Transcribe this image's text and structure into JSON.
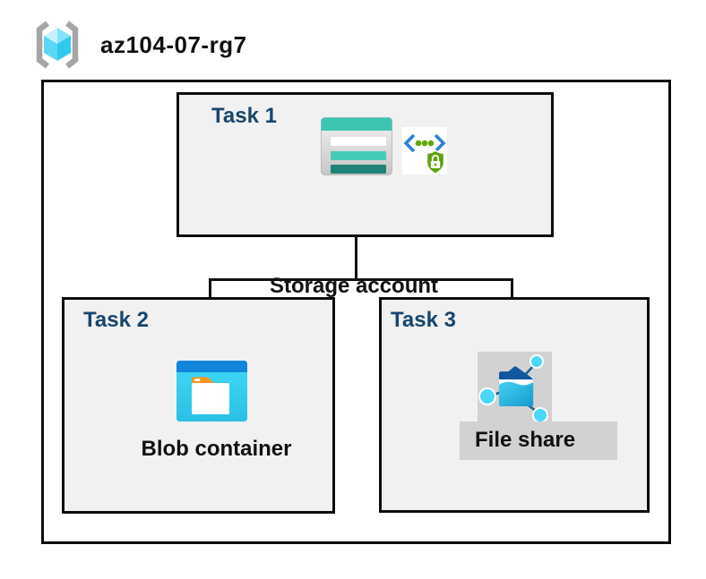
{
  "header": {
    "resource_group_name": "az104-07-rg7",
    "icon": "resource-group-icon"
  },
  "tasks": [
    {
      "label": "Task 1",
      "resource": "Storage account",
      "icons": [
        "storage-account-icon",
        "secure-access-sas-icon"
      ]
    },
    {
      "label": "Task 2",
      "resource": "Blob container",
      "icons": [
        "blob-container-icon"
      ]
    },
    {
      "label": "Task 3",
      "resource": "File share",
      "icons": [
        "file-share-icon"
      ]
    }
  ],
  "connections": [
    {
      "from": "Storage account",
      "to": "Blob container"
    },
    {
      "from": "Storage account",
      "to": "File share"
    }
  ],
  "colors": {
    "task_label_navy": "#17466e",
    "box_fill_gray": "#f1f1f1",
    "border_black": "#0d0d0d",
    "highlight_gray": "#d2d2d2",
    "storage_teal": "#3dc5b2",
    "storage_teal_dark": "#1e8478",
    "blob_header_blue": "#1185d9",
    "blob_cyan": "#2bc0e6",
    "blob_tab_orange": "#f5961f",
    "fileshare_navy": "#1257a0",
    "fileshare_cyan": "#4ad7f8",
    "rg_cube_cyan": "#5ad7f4",
    "rg_bracket_gray": "#a6a6a6",
    "sas_chevron_blue": "#2e80d6",
    "sas_green": "#5ba30a"
  }
}
